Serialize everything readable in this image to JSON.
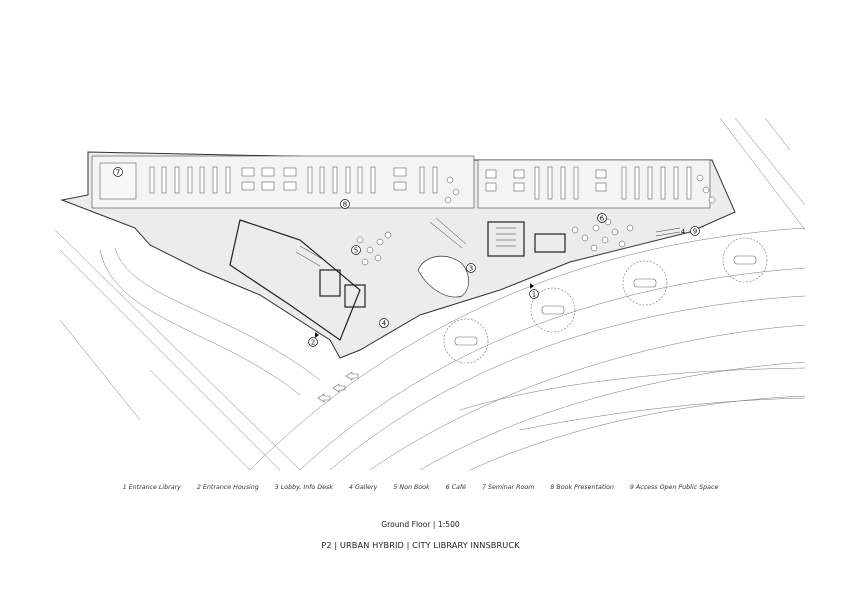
{
  "legend": [
    {
      "label": "1 Entrance Library"
    },
    {
      "label": "2 Entrance Housing"
    },
    {
      "label": "3 Lobby, Info Desk"
    },
    {
      "label": "4 Gallery"
    },
    {
      "label": "5 Non Book"
    },
    {
      "label": "6 Café"
    },
    {
      "label": "7 Seminar Room"
    },
    {
      "label": "8 Book Presentation"
    },
    {
      "label": "9 Access Open Public Space"
    }
  ],
  "markers": {
    "m1": "1",
    "m2": "2",
    "m3": "3",
    "m4": "4",
    "m4b": "4",
    "m5": "5",
    "m6": "6",
    "m7": "7",
    "m8": "8",
    "m9": "9"
  },
  "caption": {
    "scale": "Ground Floor | 1:500",
    "title": "P2 | URBAN HYBRID | CITY LIBRARY INNSBRUCK"
  },
  "colors": {
    "line": "#555555",
    "fill": "#e8e8e8",
    "dark": "#222222"
  }
}
